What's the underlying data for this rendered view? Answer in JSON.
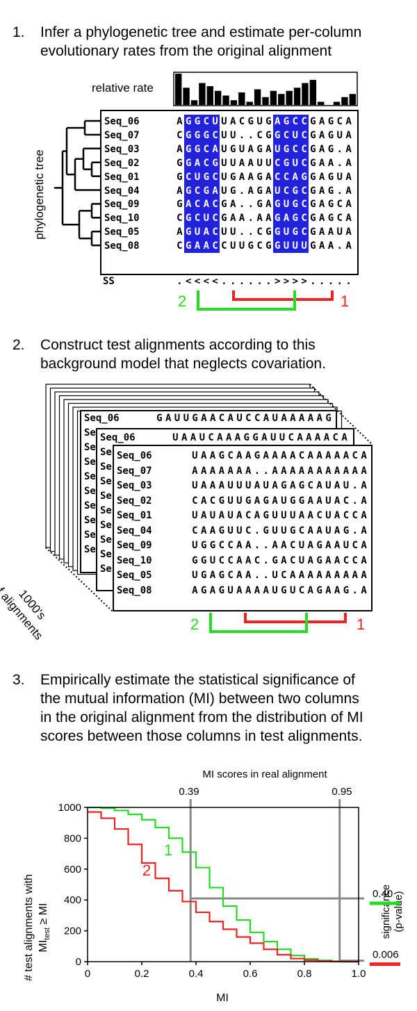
{
  "step1": {
    "number": "1.",
    "lines": [
      "Infer a phylogenetic tree and estimate per-column",
      "evolutionary rates from the original alignment"
    ]
  },
  "step2": {
    "number": "2.",
    "lines": [
      "Construct test alignments according to this",
      "background model that neglects covariation."
    ]
  },
  "step3": {
    "number": "3.",
    "lines": [
      "Empirically estimate the statistical significance of",
      "the mutual information (MI) between two columns",
      "in the original alignment from the distribution of MI",
      "scores between those columns in test alignments."
    ]
  },
  "rate_label": "relative rate",
  "tree_label": "phylogenetic tree",
  "rates": [
    1.0,
    0.55,
    0.15,
    0.7,
    0.6,
    0.45,
    0.3,
    0.15,
    0.4,
    0.1,
    0.5,
    0.25,
    0.45,
    0.35,
    0.45,
    0.55,
    0.7,
    0.8,
    0.1,
    0.0,
    0.1,
    0.25,
    0.35
  ],
  "alignment": {
    "rows": [
      {
        "name": "Seq_06",
        "seq": "AGGCUUACGUGAGCCGAGCA"
      },
      {
        "name": "Seq_07",
        "seq": "CGGGCUU..CGGCUCGAGUA"
      },
      {
        "name": "Seq_03",
        "seq": "AGGCAUGUAGAUGCCGAG.A"
      },
      {
        "name": "Seq_02",
        "seq": "GGACGUUAAUUCGUCGAA.A"
      },
      {
        "name": "Seq_01",
        "seq": "GCUGCUGAAGACCAGGAGUA"
      },
      {
        "name": "Seq_04",
        "seq": "AGCGAUG.AGAUCGCGAG.A"
      },
      {
        "name": "Seq_09",
        "seq": "GACACGA..GAGUGCGAGCA"
      },
      {
        "name": "Seq_10",
        "seq": "CGCUCGAA.AAGAGCGAGCA"
      },
      {
        "name": "Seq_05",
        "seq": "AGUACUU..CGGUGCGAAUA"
      },
      {
        "name": "Seq_08",
        "seq": "CGAACCUUGCGGUUUGAA.A"
      }
    ],
    "highlight_cols": [
      1,
      2,
      3,
      4,
      11,
      12,
      13,
      14
    ],
    "ss_label": "SS",
    "ss": ".<<<<......>>>>....."
  },
  "pair_labels": {
    "one": "1",
    "two": "2"
  },
  "stack": {
    "back": {
      "name": "Seq_06",
      "seq": "GAUUGAACAUCCAUAAAAAG",
      "partial": [
        "Seq",
        "Se",
        "Se",
        "Se",
        "Se",
        "Se",
        "Se",
        "Se",
        "Se",
        "Se"
      ]
    },
    "mid": {
      "name": "Seq_06",
      "seq": "UAAUCAAAGGAUUCAAAACA",
      "partial": [
        "Se",
        "Se",
        "Se",
        "Se",
        "Se",
        "Se",
        "Se",
        "Se",
        "Se",
        "Se"
      ]
    },
    "front": [
      {
        "name": "Seq_06",
        "seq": "UAAGCAAGAAAACAAAAACA"
      },
      {
        "name": "Seq_07",
        "seq": "AAAAAAA..AAAAAAAAAAA"
      },
      {
        "name": "Seq_03",
        "seq": "UAAAUUUAUAGAGCAUAU.A"
      },
      {
        "name": "Seq_02",
        "seq": "CACGUUGAGAUGGAAUAC.A"
      },
      {
        "name": "Seq_01",
        "seq": "UAUAUACAGUUUAACUACCA"
      },
      {
        "name": "Seq_04",
        "seq": "CAAGUUC.GUUGCAAUAG.A"
      },
      {
        "name": "Seq_09",
        "seq": "UGGCCAA..AACUAGAAUCA"
      },
      {
        "name": "Seq_10",
        "seq": "GGUCCAAC.GACUAGAACCA"
      },
      {
        "name": "Seq_05",
        "seq": "UGAGCAA..UCAAAAAAAAA"
      },
      {
        "name": "Seq_08",
        "seq": "AGAGUAAAAUGUCAGAAG.A"
      }
    ],
    "count_label_1": "1000's",
    "count_label_2": "of alignments"
  },
  "chart_data": {
    "type": "line",
    "title": "MI scores in real alignment",
    "xlabel": "MI",
    "ylabel_line1": "# test alignments with",
    "ylabel_line2_main": "MI",
    "ylabel_line2_sub": "test",
    "ylabel_line2_rest": " ≥ MI",
    "xlim": [
      0,
      1.0
    ],
    "ylim": [
      0,
      1000
    ],
    "xticks": [
      "0",
      "0.2",
      "0.4",
      "0.6",
      "0.8",
      "1.0"
    ],
    "xtick_values": [
      0,
      0.2,
      0.4,
      0.6,
      0.8,
      1.0
    ],
    "yticks": [
      "0",
      "200",
      "400",
      "600",
      "800",
      "1000"
    ],
    "ytick_values": [
      0,
      200,
      400,
      600,
      800,
      1000
    ],
    "real_mi_labels": [
      "0.39",
      "0.95"
    ],
    "real_mi": [
      0.38,
      0.93
    ],
    "significance_label_1": "significance",
    "significance_label_2": "(p-value)",
    "pvalues": [
      {
        "label": "0.40",
        "y": 410,
        "color": "#22dd22"
      },
      {
        "label": "0.006",
        "y": 6,
        "color": "#ee2222"
      }
    ],
    "series": [
      {
        "name": "1",
        "color": "#22dd22",
        "x": [
          0,
          0.05,
          0.1,
          0.15,
          0.2,
          0.25,
          0.3,
          0.35,
          0.4,
          0.45,
          0.5,
          0.55,
          0.6,
          0.65,
          0.7,
          0.75,
          0.8,
          0.85,
          0.9,
          0.93,
          1.0
        ],
        "y": [
          1000,
          995,
          980,
          955,
          920,
          870,
          800,
          710,
          610,
          480,
          360,
          270,
          190,
          130,
          80,
          40,
          18,
          8,
          3,
          0,
          0
        ]
      },
      {
        "name": "2",
        "color": "#ee2222",
        "x": [
          0,
          0.05,
          0.1,
          0.15,
          0.2,
          0.25,
          0.3,
          0.35,
          0.4,
          0.45,
          0.5,
          0.55,
          0.6,
          0.65,
          0.7,
          0.75,
          0.8,
          0.85,
          0.9,
          0.95,
          1.0
        ],
        "y": [
          970,
          930,
          860,
          760,
          640,
          540,
          460,
          390,
          320,
          260,
          210,
          160,
          120,
          80,
          45,
          20,
          10,
          4,
          1,
          0,
          0
        ]
      }
    ]
  }
}
